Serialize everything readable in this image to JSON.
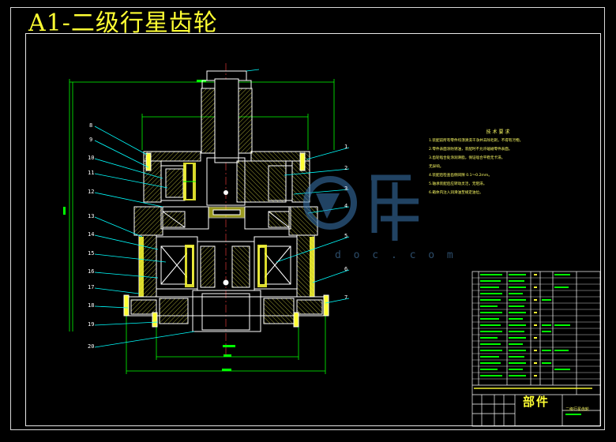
{
  "drawing": {
    "title": "A1-二级行星齿轮",
    "part_label": "部件",
    "assembly_name": "二级行星齿轮"
  },
  "callouts_left": [
    "8",
    "9",
    "10",
    "11",
    "12",
    "13",
    "14",
    "15",
    "16",
    "17",
    "18",
    "19",
    "20"
  ],
  "callouts_right": [
    "1",
    "2",
    "3",
    "4",
    "5",
    "6",
    "7"
  ],
  "notes": {
    "title": "技 术 要 求",
    "lines": [
      "1.装配前所有零件均须清洗干净并去除毛刺，不得有污物。",
      "2.零件表面涂防锈油，装配时不允许磕碰零件表面。",
      "3.齿轮啮合处涂润滑脂，保证啮合平稳无卡滞。",
      "   无异响。",
      "4.装配后检查齿侧间隙 0.1～0.2mm。",
      "5.轴承装配后应转动灵活，无阻滞。",
      "6.箱体内注入润滑油至规定油位。"
    ]
  },
  "watermark": {
    "text": "d o c . c o m"
  },
  "colors": {
    "background": "#000000",
    "frame": "#ffffff",
    "part_outline": "#ffffff",
    "hatch": "#e8e850",
    "section_yellow": "#ffff33",
    "dimension_green": "#00ff00",
    "callout_leader": "#00ffff",
    "centerline": "#ff4040",
    "title_text": "#ffff33",
    "watermark": "#3d7ab5"
  }
}
